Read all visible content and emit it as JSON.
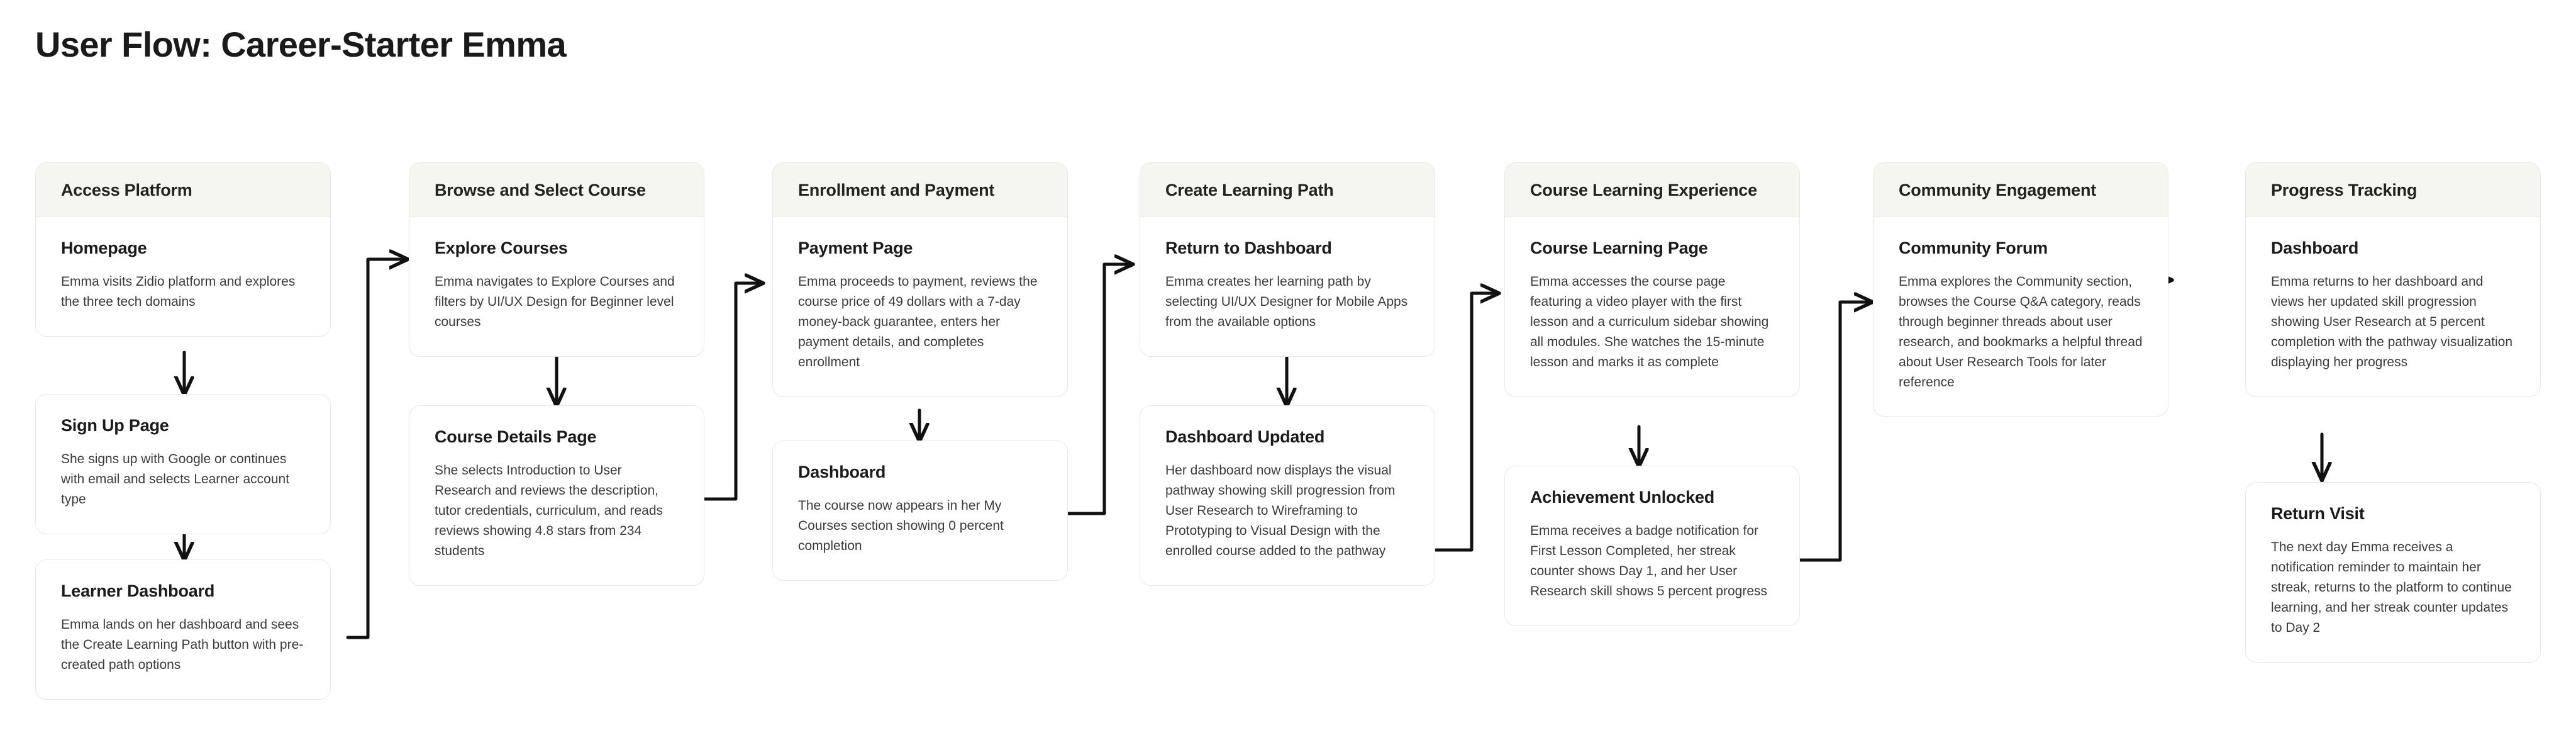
{
  "page": {
    "title": "User Flow: Career-Starter Emma",
    "background": "#ffffff",
    "header_fill": "#f5f5f1",
    "card_border": "#e8e8e6",
    "connector_color": "#111111"
  },
  "columns": [
    {
      "id": "access-platform",
      "header": "Access Platform",
      "cards": [
        {
          "title": "Homepage",
          "desc": "Emma visits Zidio platform and explores the three tech domains"
        },
        {
          "title": "Sign Up Page",
          "desc": "She signs up with Google or continues with email and selects Learner account type"
        },
        {
          "title": "Learner Dashboard",
          "desc": "Emma lands on her dashboard and sees the Create Learning Path button with pre-created path options"
        }
      ]
    },
    {
      "id": "browse-and-select-course",
      "header": "Browse and Select Course",
      "cards": [
        {
          "title": "Explore Courses",
          "desc": "Emma navigates to Explore Courses and filters by UI/UX Design for Beginner level courses"
        },
        {
          "title": "Course Details Page",
          "desc": "She selects Introduction to User Research and reviews the description, tutor credentials, curriculum, and reads reviews showing 4.8 stars from 234 students"
        }
      ]
    },
    {
      "id": "enrollment-and-payment",
      "header": "Enrollment and Payment",
      "cards": [
        {
          "title": "Payment Page",
          "desc": "Emma proceeds to payment, reviews the course price of 49 dollars with a 7-day money-back guarantee, enters her payment details, and completes enrollment"
        },
        {
          "title": "Dashboard",
          "desc": "The course now appears in her My Courses section showing 0 percent completion"
        }
      ]
    },
    {
      "id": "create-learning-path",
      "header": "Create Learning Path",
      "cards": [
        {
          "title": "Return to Dashboard",
          "desc": "Emma creates her learning path by selecting UI/UX Designer for Mobile Apps from the available options"
        },
        {
          "title": "Dashboard Updated",
          "desc": "Her dashboard now displays the visual pathway showing skill progression from User Research to Wireframing to Prototyping to Visual Design with the enrolled course added to the pathway"
        }
      ]
    },
    {
      "id": "course-learning-experience",
      "header": "Course Learning Experience",
      "cards": [
        {
          "title": "Course Learning Page",
          "desc": "Emma accesses the course page featuring a video player with the first lesson and a curriculum sidebar showing all modules. She watches the 15-minute lesson and marks it as complete"
        },
        {
          "title": "Achievement Unlocked",
          "desc": "Emma receives a badge notification for First Lesson Completed, her streak counter shows Day 1, and her User Research skill shows 5 percent progress"
        }
      ]
    },
    {
      "id": "community-engagement",
      "header": "Community Engagement",
      "cards": [
        {
          "title": "Community Forum",
          "desc": "Emma explores the Community section, browses the Course Q&A category, reads through beginner threads about user research, and bookmarks a helpful thread about User Research Tools for later reference"
        }
      ]
    },
    {
      "id": "progress-tracking",
      "header": "Progress Tracking",
      "cards": [
        {
          "title": "Dashboard",
          "desc": "Emma returns to her dashboard and views her updated skill progression showing User Research at 5 percent completion with the pathway visualization displaying her progress"
        },
        {
          "title": "Return Visit",
          "desc": "The next day Emma receives a notification reminder to maintain her streak, returns to the platform to continue learning, and her streak counter updates to Day 2"
        }
      ]
    }
  ]
}
